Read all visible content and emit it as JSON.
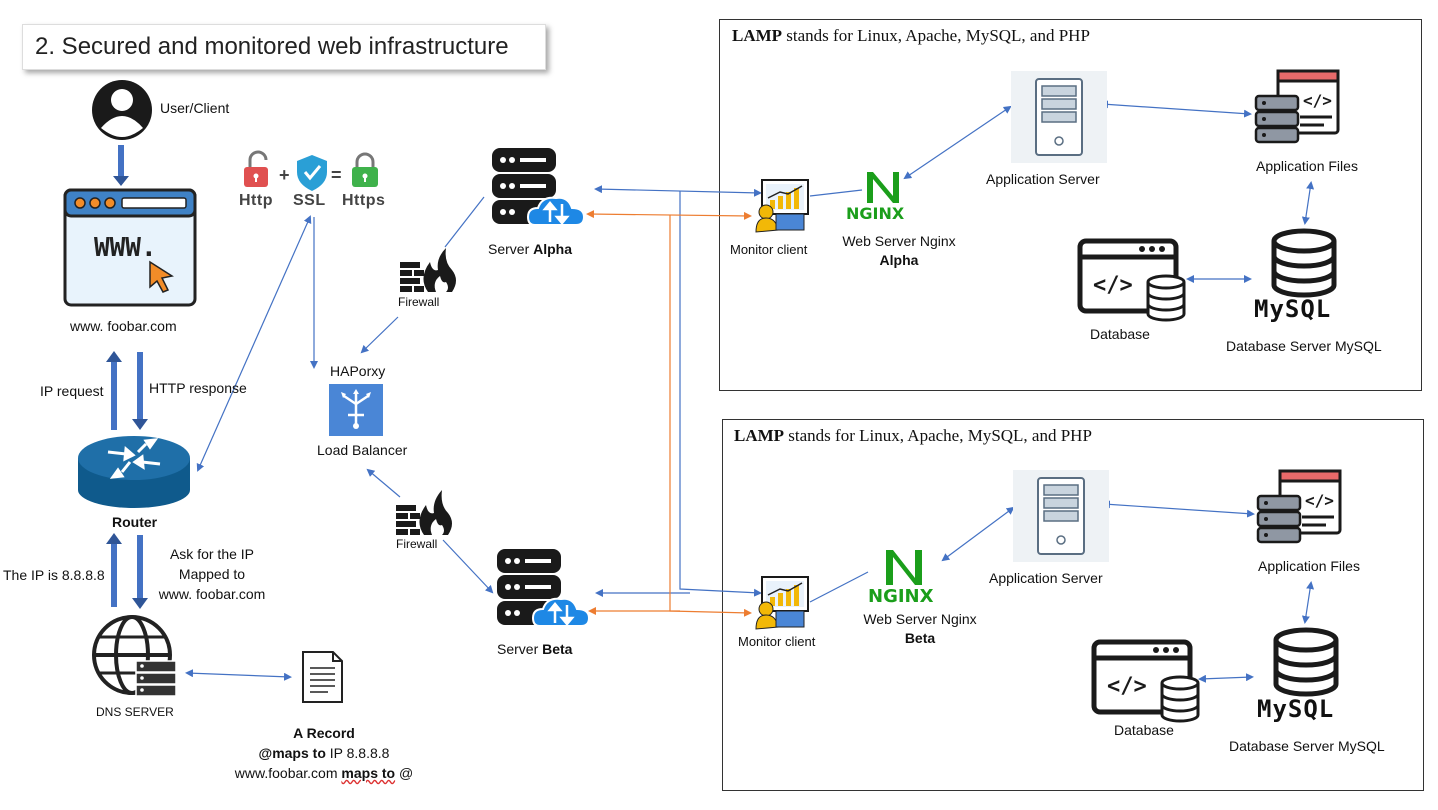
{
  "title": "2. Secured and monitored web infrastructure",
  "client": {
    "user_label": "User/Client",
    "browser_label": "www. foobar.com",
    "browser_url": "WWW."
  },
  "router": {
    "label": "Router",
    "ip_request": "IP request",
    "http_response": "HTTP response",
    "ip_answer": "The IP is 8.8.8.8",
    "ask_line1": "Ask for the IP",
    "ask_line2": "Mapped to",
    "ask_line3": "www. foobar.com"
  },
  "dns": {
    "label": "DNS SERVER",
    "record_title": "A Record",
    "record_line1_bold": "@maps to",
    "record_line1_rest": " IP 8.8.8.8",
    "record_line2_pre": "www.foobar.com ",
    "record_line2_bold": "maps to",
    "record_line2_post": " @"
  },
  "ssl": {
    "http": "Http",
    "ssl": "SSL",
    "https": "Https",
    "plus": "+",
    "equals": "="
  },
  "load_balancer": {
    "name": "HAPorxy",
    "label": "Load Balancer"
  },
  "firewall": {
    "top": "Firewall",
    "bottom": "Firewall"
  },
  "servers": {
    "alpha_prefix": "Server ",
    "alpha_name": "Alpha",
    "beta_prefix": "Server ",
    "beta_name": "Beta"
  },
  "lamp_alpha": {
    "heading_bold": "LAMP",
    "heading_rest": " stands for Linux, Apache, MySQL, and PHP",
    "monitor": "Monitor client",
    "nginx_logo": "NGINX",
    "web_server": "Web Server Nginx",
    "web_server_name": "Alpha",
    "app_server": "Application Server",
    "app_files": "Application Files",
    "database": "Database",
    "mysql_logo": "MySQL",
    "db_server": "Database Server MySQL"
  },
  "lamp_beta": {
    "heading_bold": "LAMP",
    "heading_rest": " stands for Linux, Apache, MySQL, and PHP",
    "monitor": "Monitor client",
    "nginx_logo": "NGINX",
    "web_server": "Web Server Nginx",
    "web_server_name": "Beta",
    "app_server": "Application Server",
    "app_files": "Application Files",
    "database": "Database",
    "mysql_logo": "MySQL",
    "db_server": "Database Server MySQL"
  },
  "colors": {
    "arrow_blue": "#4472c4",
    "arrow_orange": "#ed7d31",
    "router_blue": "#1f6fa8",
    "lb_blue": "#4a86d6",
    "nginx_green": "#1b9e1b",
    "lock_red": "#e05050",
    "lock_green": "#3fb24b",
    "shield_blue": "#2a9fd6"
  }
}
